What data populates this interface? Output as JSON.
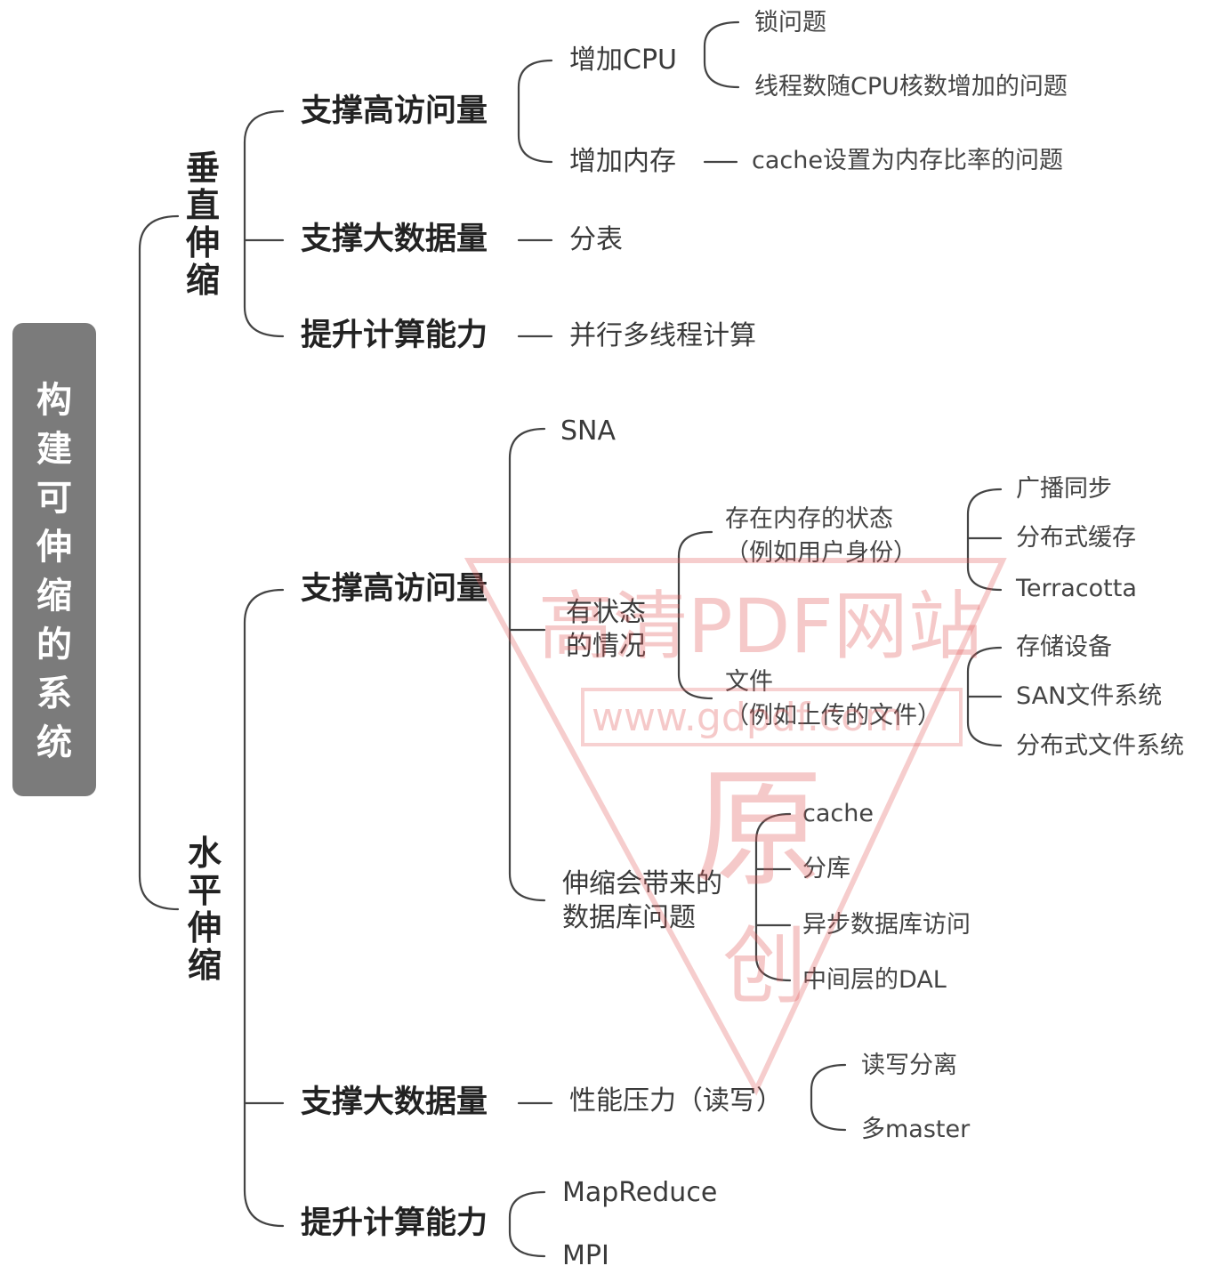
{
  "root": "构建可伸缩的系统",
  "vertical": {
    "label": "垂直伸缩",
    "access": {
      "label": "支撑高访问量",
      "cpu": {
        "label": "增加CPU",
        "items": [
          "锁问题",
          "线程数随CPU核数增加的问题"
        ]
      },
      "memory": {
        "label": "增加内存",
        "detail": "cache设置为内存比率的问题"
      }
    },
    "data": {
      "label": "支撑大数据量",
      "detail": "分表"
    },
    "compute": {
      "label": "提升计算能力",
      "detail": "并行多线程计算"
    }
  },
  "horizontal": {
    "label": "水平伸缩",
    "access": {
      "label": "支撑高访问量",
      "sna": "SNA",
      "stateful": {
        "label": "有状态\n的情况",
        "memory_state": {
          "label": "存在内存的状态\n（例如用户身份）",
          "items": [
            "广播同步",
            "分布式缓存",
            "Terracotta"
          ]
        },
        "file_state": {
          "label": "文件\n（例如上传的文件）",
          "items": [
            "存储设备",
            "SAN文件系统",
            "分布式文件系统"
          ]
        }
      },
      "db_problems": {
        "label": "伸缩会带来的\n数据库问题",
        "items": [
          "cache",
          "分库",
          "异步数据库访问",
          "中间层的DAL"
        ]
      }
    },
    "data": {
      "label": "支撑大数据量",
      "pressure": {
        "label": "性能压力（读写）",
        "items": [
          "读写分离",
          "多master"
        ]
      }
    },
    "compute": {
      "label": "提升计算能力",
      "items": [
        "MapReduce",
        "MPI"
      ]
    }
  },
  "watermark": {
    "title": "高清PDF网站",
    "url": "www.gdpdf.com",
    "stamp": [
      "原",
      "创"
    ],
    "color": "#e05a5a"
  },
  "colors": {
    "line": "#444444",
    "root_fill": "#7b7b7b",
    "root_text": "#ffffff"
  }
}
